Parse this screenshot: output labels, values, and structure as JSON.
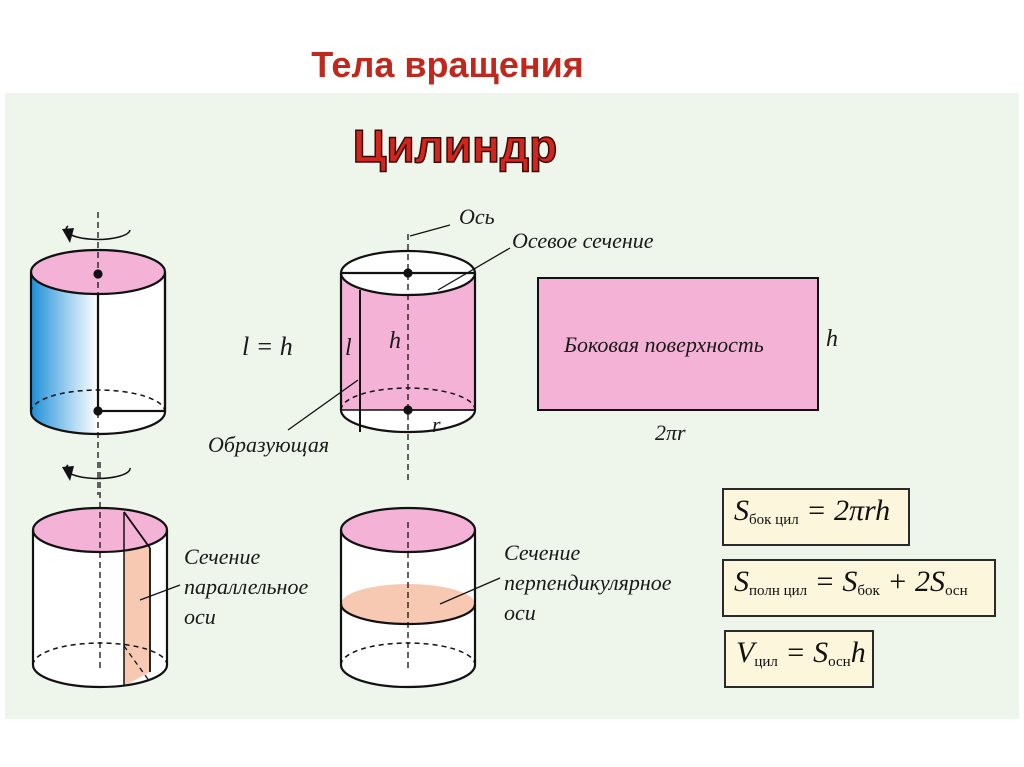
{
  "slide": {
    "title": "Тела вращения"
  },
  "section": {
    "title": "Цилиндр"
  },
  "labels": {
    "l_eq_h": "l = h",
    "axis": "Ось",
    "axial_section": "Осевое сечение",
    "h": "h",
    "l": "l",
    "r": "r",
    "generatrix": "Образующая",
    "lateral_surface": "Боковая поверхность",
    "rect_h": "h",
    "two_pi_r": "2πr",
    "section_parallel": [
      "Сечение",
      "параллельное",
      "оси"
    ],
    "section_perpendicular": [
      "Сечение",
      "перпендикулярное",
      "оси"
    ]
  },
  "formulas": {
    "lateral": {
      "S": "S",
      "sub": "бок цил",
      "rhs": " = 2πrh"
    },
    "full": {
      "S": "S",
      "sub": "полн цил",
      "eq": " = S",
      "sub2": "бок",
      "plus": " + 2S",
      "sub3": "осн"
    },
    "volume": {
      "V": "V",
      "sub": "цил",
      "eq": " = S",
      "sub2": "осн",
      "h": "h"
    }
  },
  "colors": {
    "title": "#c0281e",
    "pink": "#f4b3d6",
    "peach": "#f7c9b3",
    "blue": "#1e8fd8",
    "panel": "#eef6ec",
    "formula_bg": "#fbf6dc"
  }
}
